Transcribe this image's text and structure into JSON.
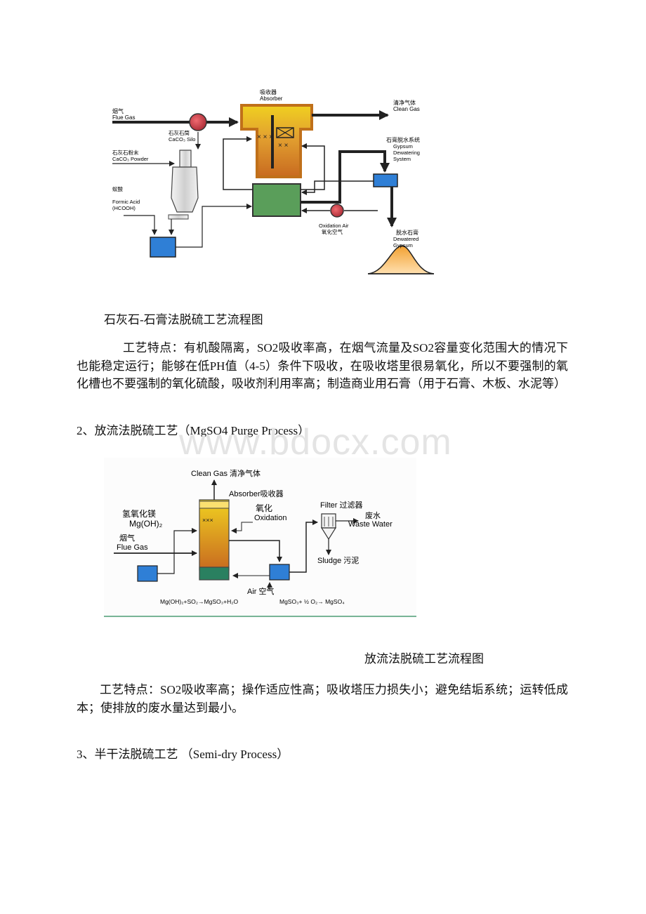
{
  "diagram1": {
    "flue_gas_cn": "烟气",
    "flue_gas_en": "Flue Gas",
    "silo_cn": "石灰石筒",
    "silo_en": "CaCO₃ Silo",
    "powder_cn": "石灰石粉末",
    "powder_en": "CaCO₃ Powder",
    "formic_cn": "蚁酸",
    "formic_en1": "Formic Acid",
    "formic_en2": "(HCOOH)",
    "absorber_cn": "吸收器",
    "absorber_en": "Absorber",
    "clean_cn": "清净气体",
    "clean_en": "Clean Gas",
    "gypsum_cn": "石膏脱水系统",
    "gypsum_en1": "Gypsum",
    "gypsum_en2": "Dewatering",
    "gypsum_en3": "System",
    "oxair_en": "Oxidation Air",
    "oxair_cn": "氧化空气",
    "dewat_cn": "脱水石膏",
    "dewat_en1": "Dewatered",
    "dewat_en2": "Gypsum"
  },
  "caption1": "石灰石-石膏法脱硫工艺流程图",
  "para1": "工艺特点：有机酸隔离，SO2吸收率高，在烟气流量及SO2容量变化范围大的情况下也能稳定运行；能够在低PH值（4-5）条件下吸收，在吸收塔里很易氧化，所以不要强制的氧化槽也不要强制的氧化硫酸，吸收剂利用率高；制造商业用石膏（用于石膏、木板、水泥等）",
  "heading2": "2、放流法脱硫工艺（MgSO4 Purge Process）",
  "watermark": "www.bdocx.com",
  "diagram2": {
    "clean": "Clean Gas 清净气体",
    "absorber": "Absorber吸收器",
    "mgoh_cn": "氢氧化镁",
    "mgoh_en": "Mg(OH)₂",
    "flue_cn": "烟气",
    "flue_en": "Flue Gas",
    "ox_cn": "氧化",
    "ox_en": "Oxidation",
    "filter": "Filter 过滤器",
    "waste_cn": "废水",
    "waste_en": "Waste Water",
    "sludge": "Sludge 污泥",
    "air": "Air 空气",
    "eq1": "Mg(OH)₂+SO₂→MgSO₃+H₂O",
    "eq2": "MgSO₃+ ½ O₂→ MgSO₄"
  },
  "caption2": "放流法脱硫工艺流程图",
  "para2": "工艺特点：SO2吸收率高；操作适应性高；吸收塔压力损失小；避免结垢系统；运转低成本；使排放的废水量达到最小。",
  "heading3": "3、半干法脱硫工艺 （Semi-dry Process）",
  "colors": {
    "blue_box": "#2f7fd6",
    "green_box": "#5a9e5a",
    "absorber_orange": "#d98a2a",
    "absorber_yellow": "#e8c030",
    "arrow": "#222222",
    "fan_red": "#d0404a"
  }
}
